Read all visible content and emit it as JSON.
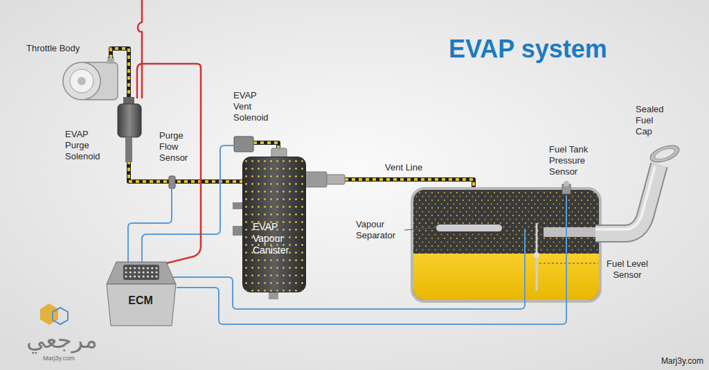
{
  "diagram": {
    "title": "EVAP system",
    "nodes": [
      {
        "text": [
          "EVAP Vapour Canister"
        ]
      },
      {
        "text": [
          "ECM"
        ]
      }
    ],
    "labels": [
      "Throttle Body",
      "EVAP Purge Solenoid",
      "Purge Flow Sensor",
      "EVAP Vent Solenoid",
      "Vent Line",
      "Sealed Fuel Cap",
      "Fuel Tank Pressure Sensor",
      "Vapour Separator",
      "Fuel Level Sensor",
      "مرجعي",
      "Marj3y.com",
      "Marj3y.com"
    ]
  }
}
